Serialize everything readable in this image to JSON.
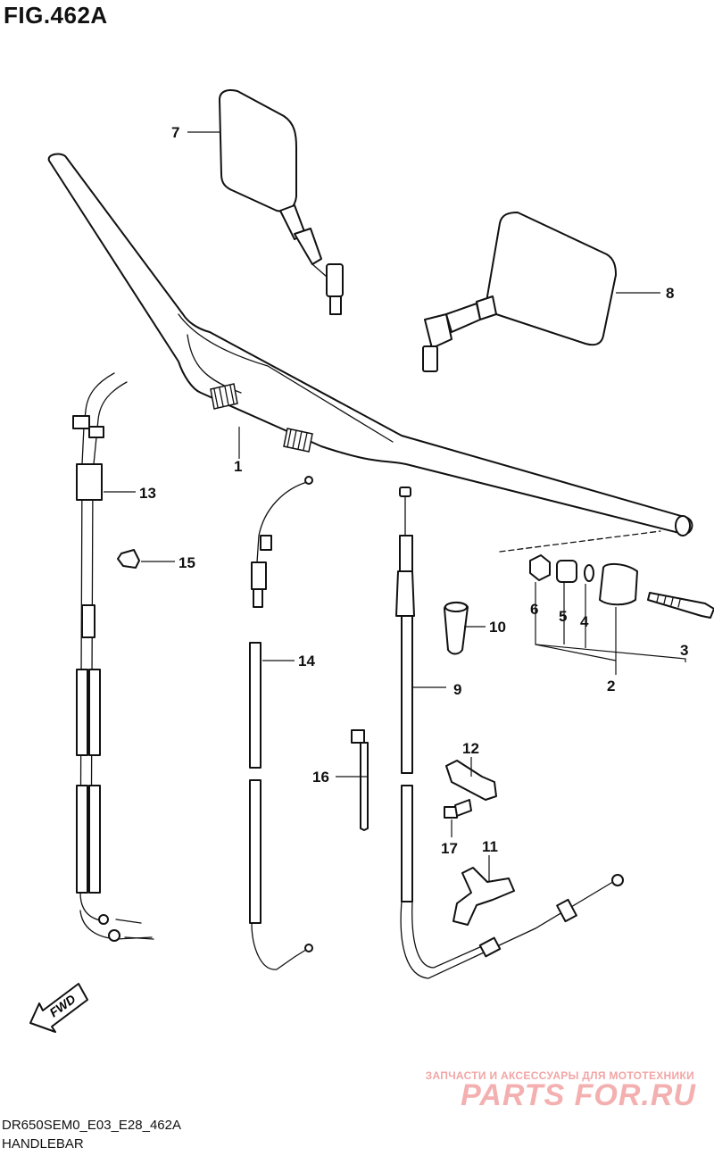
{
  "figure": {
    "title": "FIG.462A",
    "code": "DR650SEM0_E03_E28_462A",
    "name": "HANDLEBAR"
  },
  "callouts": [
    "1",
    "2",
    "3",
    "4",
    "5",
    "6",
    "7",
    "8",
    "9",
    "10",
    "11",
    "12",
    "13",
    "14",
    "15",
    "16",
    "17"
  ],
  "fwd_label": "FWD",
  "watermark": {
    "tagline": "ЗАПЧАСТИ И АКСЕССУАРЫ ДЛЯ МОТОТЕХНИКИ",
    "logo": "PARTS FOR.RU"
  }
}
